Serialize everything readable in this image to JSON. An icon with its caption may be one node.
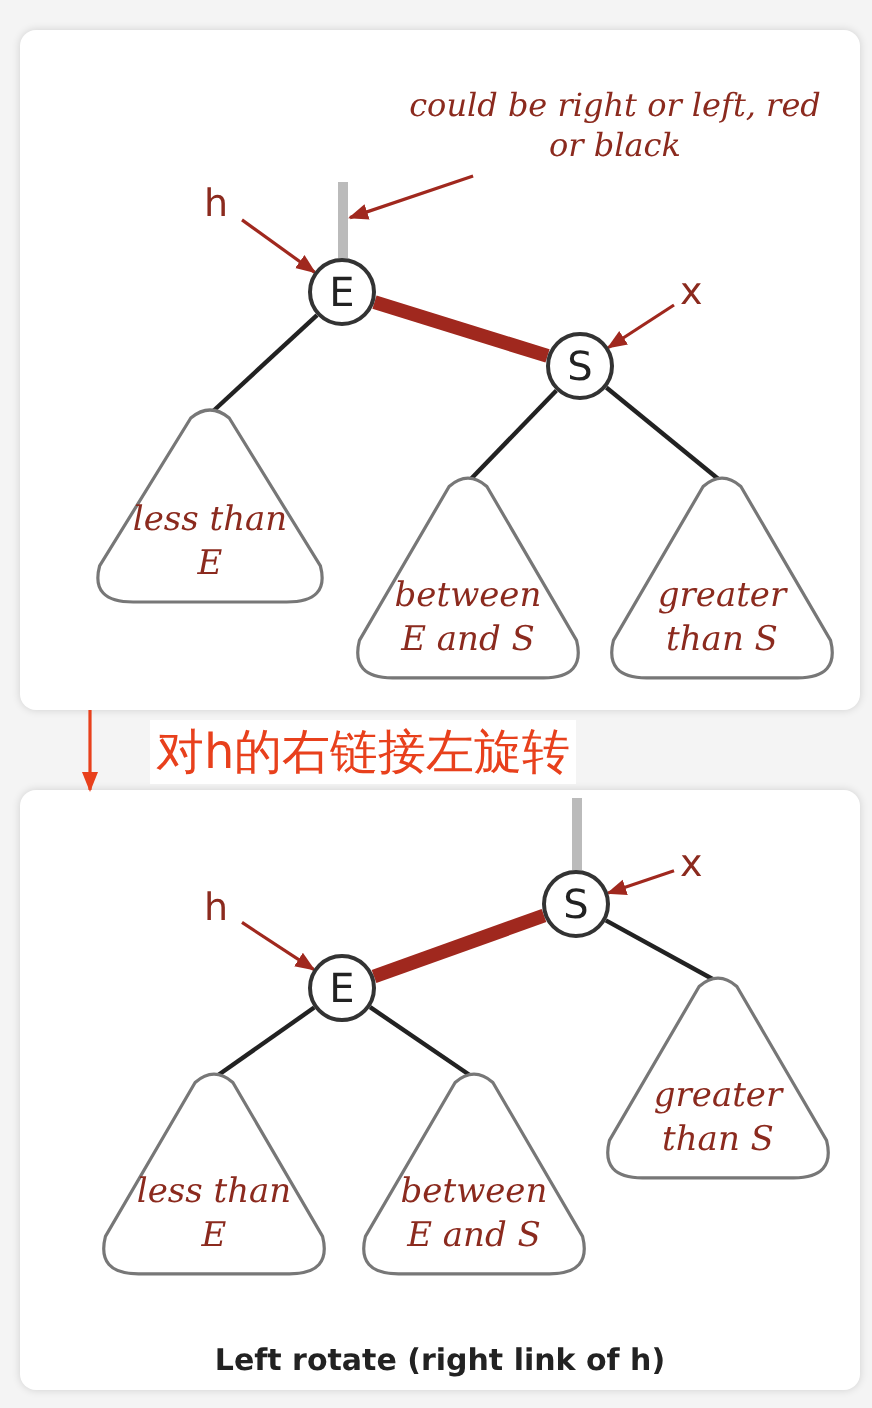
{
  "diagram": {
    "nodes": [
      {
        "text": [],
        "shape": "box"
      },
      {
        "text": [
          "h"
        ],
        "in": 0
      },
      {
        "text": [
          "E"
        ],
        "in": 0
      },
      {
        "text": [
          "S"
        ],
        "in": 0
      },
      {
        "text": [
          "x"
        ],
        "in": 0
      },
      {
        "text": [
          "could be right or left, red or black"
        ],
        "in": 0
      },
      {
        "text": [],
        "shape": "bar",
        "in": 0
      },
      {
        "text": [
          "less than E"
        ],
        "in": 0
      },
      {
        "text": [
          "between E and S"
        ],
        "in": 0
      },
      {
        "text": [
          "greater than S"
        ],
        "in": 0
      },
      {
        "text": [
          "Left rotate (right link of h)"
        ]
      },
      {
        "text": [
          "h"
        ],
        "in": 10
      },
      {
        "text": [
          "E"
        ],
        "in": 10
      },
      {
        "text": [
          "S"
        ],
        "in": 10
      },
      {
        "text": [
          "x"
        ],
        "in": 10
      },
      {
        "text": [],
        "shape": "bar",
        "in": 10
      },
      {
        "text": [
          "less than E"
        ],
        "in": 10
      },
      {
        "text": [
          "between E and S"
        ],
        "in": 10
      },
      {
        "text": [
          "greater than S"
        ],
        "in": 10
      }
    ],
    "edges": [
      {
        "from": 1,
        "to": 2,
        "arrow": "to"
      },
      {
        "from": 4,
        "to": 3,
        "arrow": "to"
      },
      {
        "from": 5,
        "to": 6,
        "arrow": "to"
      },
      {
        "from": 2,
        "to": 3,
        "arrow": "none",
        "style": "thick"
      },
      {
        "from": 2,
        "to": 7,
        "arrow": "none",
        "color": "#222222"
      },
      {
        "from": 3,
        "to": 8,
        "arrow": "none",
        "color": "#222222"
      },
      {
        "from": 3,
        "to": 9,
        "arrow": "none",
        "color": "#222222"
      },
      {
        "from": 0,
        "to": 10,
        "arrow": "to",
        "label": "对h的右链接左旋转",
        "color": "#e8401c"
      },
      {
        "from": 11,
        "to": 12,
        "arrow": "to"
      },
      {
        "from": 14,
        "to": 13,
        "arrow": "to"
      },
      {
        "from": 13,
        "to": 12,
        "arrow": "none",
        "style": "thick"
      },
      {
        "from": 12,
        "to": 16,
        "arrow": "none",
        "color": "#222222"
      },
      {
        "from": 12,
        "to": 17,
        "arrow": "none",
        "color": "#222222"
      },
      {
        "from": 13,
        "to": 18,
        "arrow": "none",
        "color": "#222222"
      }
    ]
  }
}
